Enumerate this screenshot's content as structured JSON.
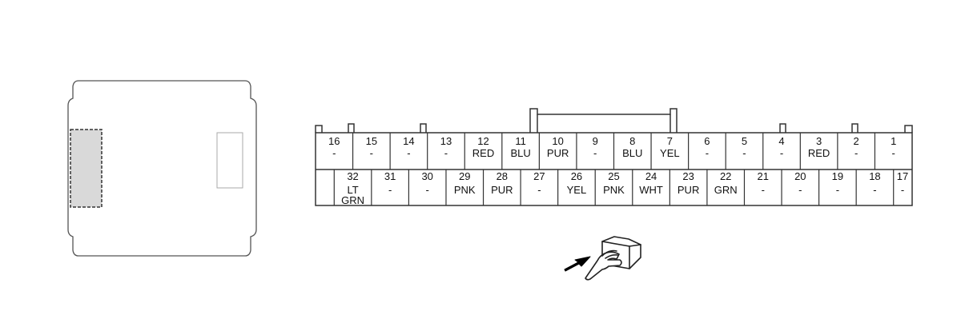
{
  "connector": {
    "top_row": [
      {
        "pin": "16",
        "color": "-"
      },
      {
        "pin": "15",
        "color": "-"
      },
      {
        "pin": "14",
        "color": "-"
      },
      {
        "pin": "13",
        "color": "-"
      },
      {
        "pin": "12",
        "color": "RED"
      },
      {
        "pin": "11",
        "color": "BLU"
      },
      {
        "pin": "10",
        "color": "PUR"
      },
      {
        "pin": "9",
        "color": "-"
      },
      {
        "pin": "8",
        "color": "BLU"
      },
      {
        "pin": "7",
        "color": "YEL"
      },
      {
        "pin": "6",
        "color": "-"
      },
      {
        "pin": "5",
        "color": "-"
      },
      {
        "pin": "4",
        "color": "-"
      },
      {
        "pin": "3",
        "color": "RED"
      },
      {
        "pin": "2",
        "color": "-"
      },
      {
        "pin": "1",
        "color": "-"
      }
    ],
    "bottom_row": [
      {
        "pin": "32",
        "color": "LT",
        "color2": "GRN"
      },
      {
        "pin": "31",
        "color": "-"
      },
      {
        "pin": "30",
        "color": "-"
      },
      {
        "pin": "29",
        "color": "PNK"
      },
      {
        "pin": "28",
        "color": "PUR"
      },
      {
        "pin": "27",
        "color": "-"
      },
      {
        "pin": "26",
        "color": "YEL"
      },
      {
        "pin": "25",
        "color": "PNK"
      },
      {
        "pin": "24",
        "color": "WHT"
      },
      {
        "pin": "23",
        "color": "PUR"
      },
      {
        "pin": "22",
        "color": "GRN"
      },
      {
        "pin": "21",
        "color": "-"
      },
      {
        "pin": "20",
        "color": "-"
      },
      {
        "pin": "19",
        "color": "-"
      },
      {
        "pin": "18",
        "color": "-"
      },
      {
        "pin": "17",
        "color": "-"
      }
    ]
  },
  "colors": {
    "line": "#333333",
    "module_outline": "#555555",
    "highlight_fill": "#d9d9d9"
  },
  "icons": {
    "module": "control-module-icon",
    "view_indicator": "terminal-side-view-icon"
  }
}
